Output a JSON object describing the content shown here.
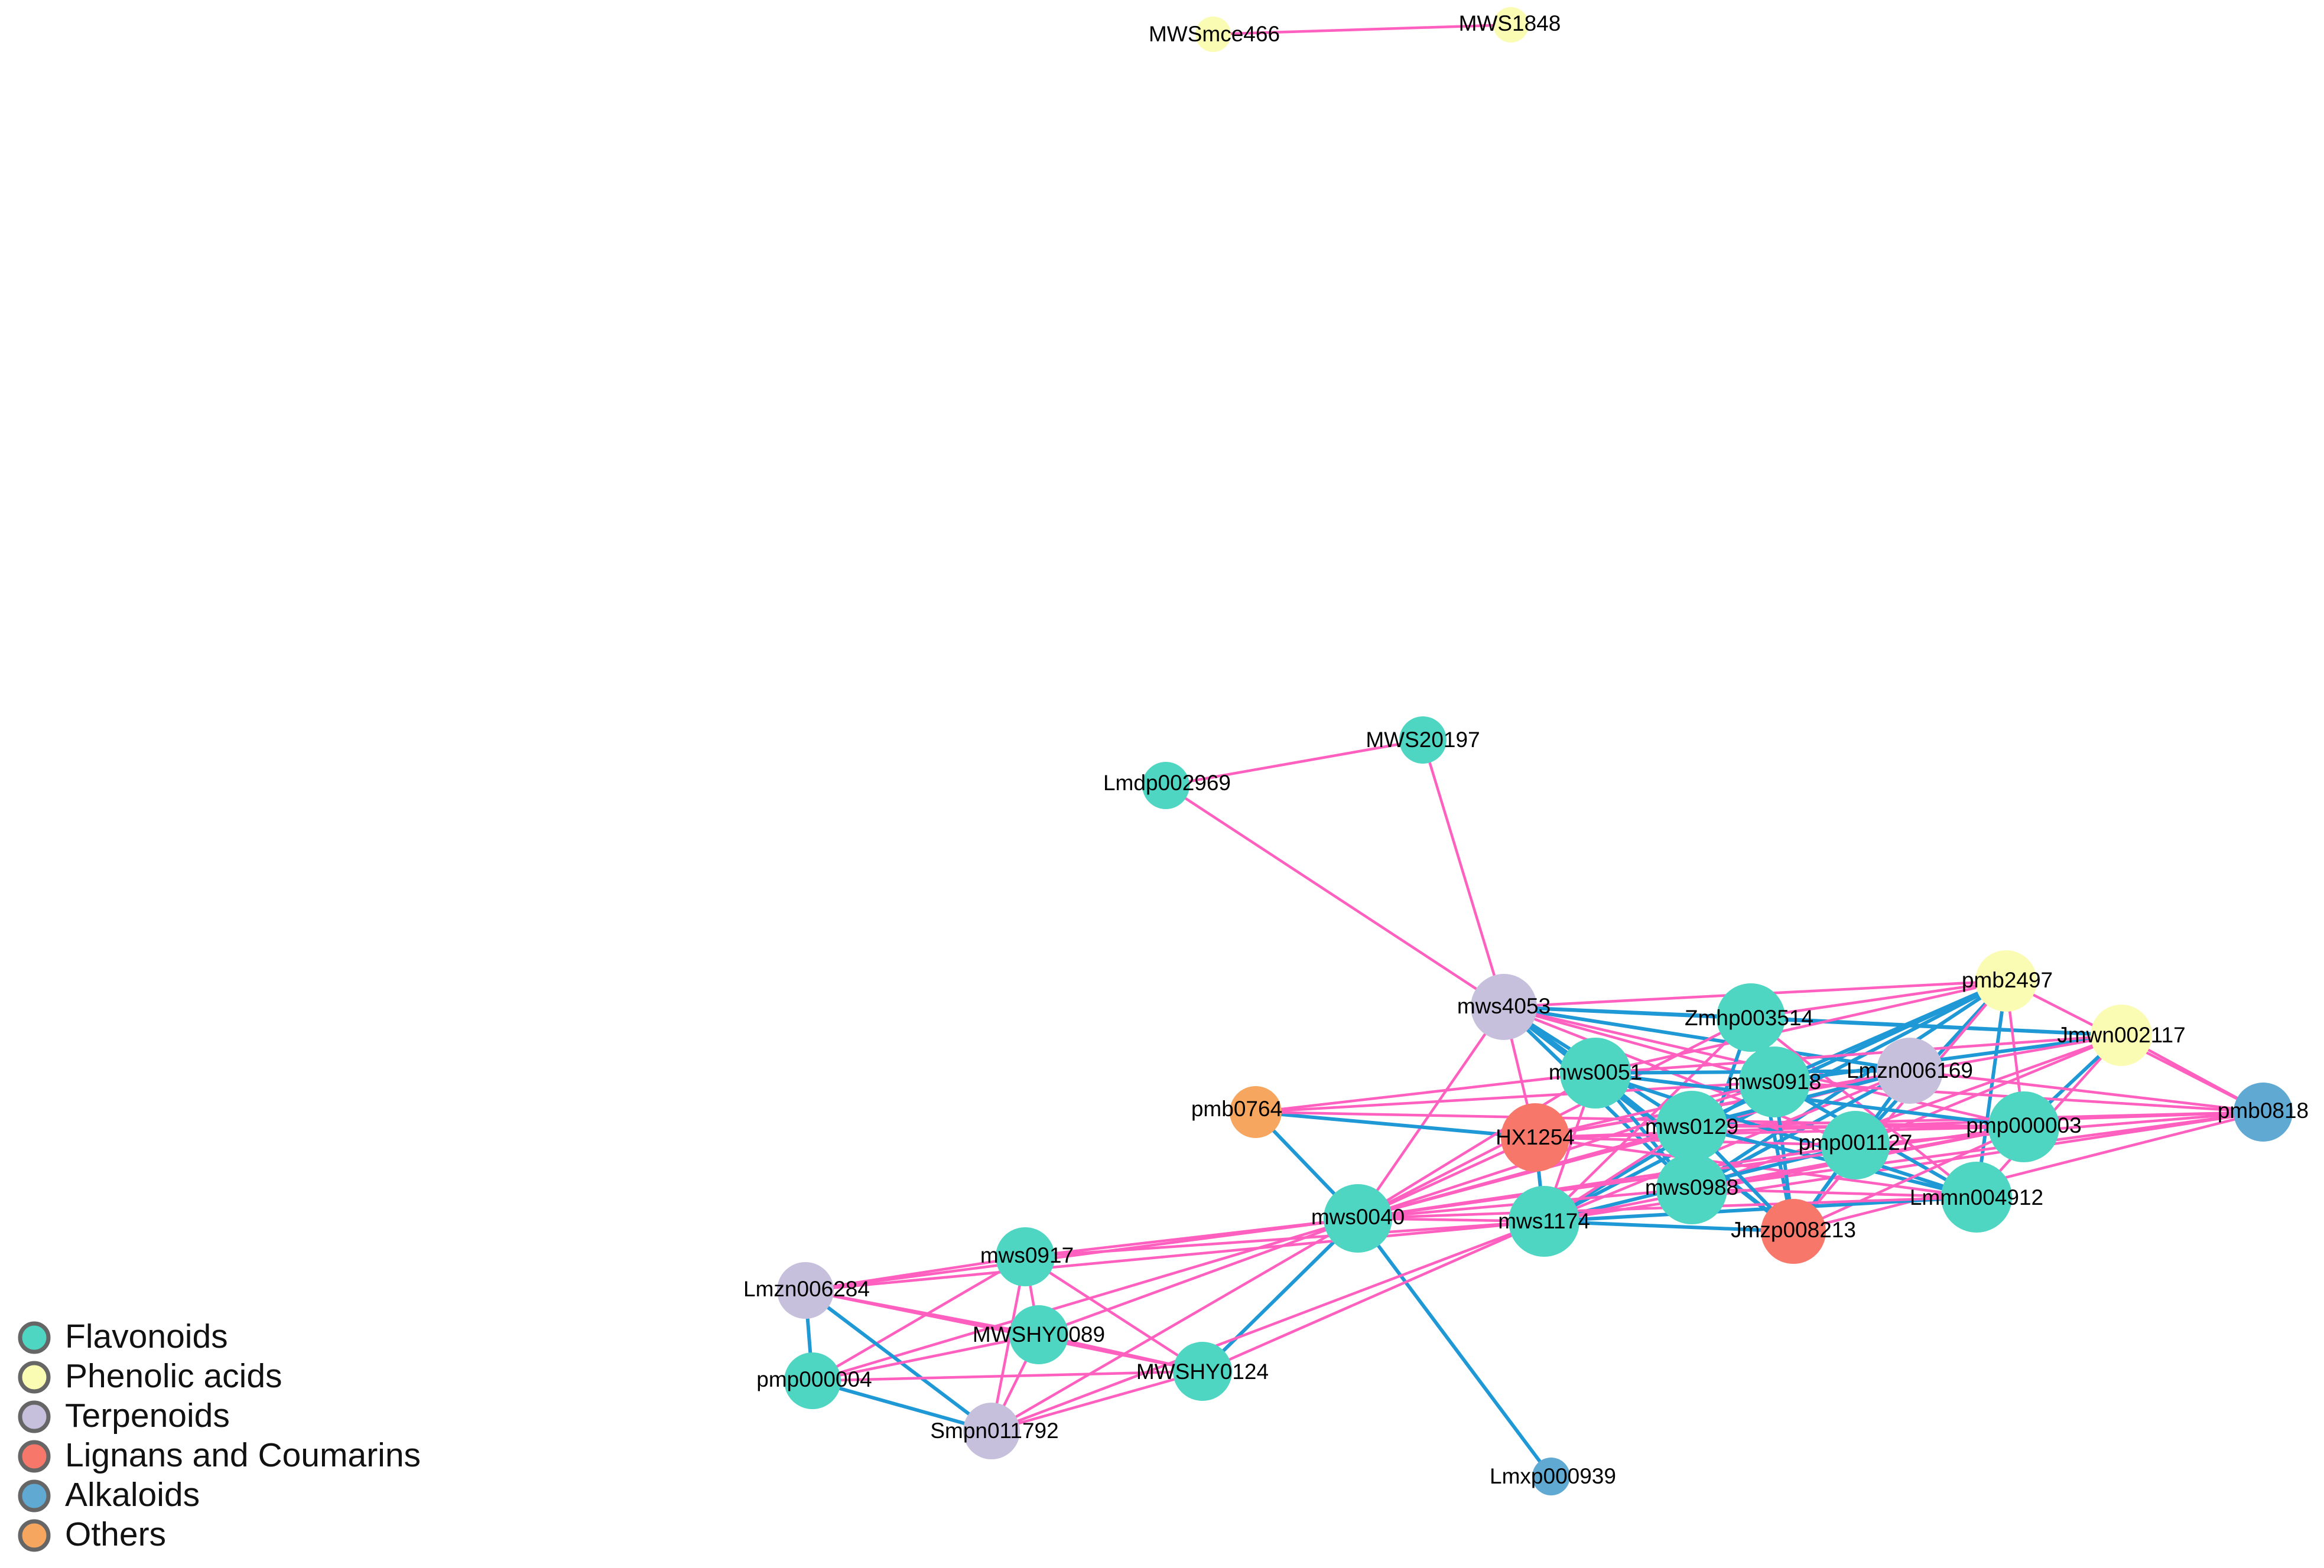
{
  "colors": {
    "Flavonoids": "#4fd6c3",
    "Phenolic acids": "#fbfcb4",
    "Terpenoids": "#c7c0dc",
    "Lignans and Coumarins": "#f7776a",
    "Alkaloids": "#5fa9d3",
    "Others": "#f7a65f",
    "edge_positive": "#ff5fbf",
    "edge_negative": "#1f98d6",
    "legend_stroke": "#666666"
  },
  "legend": [
    {
      "label": "Flavonoids",
      "class": "Flavonoids"
    },
    {
      "label": "Phenolic acids",
      "class": "Phenolic acids"
    },
    {
      "label": "Terpenoids",
      "class": "Terpenoids"
    },
    {
      "label": "Lignans and Coumarins",
      "class": "Lignans and Coumarins"
    },
    {
      "label": "Alkaloids",
      "class": "Alkaloids"
    },
    {
      "label": "Others",
      "class": "Others"
    }
  ],
  "nodes": [
    {
      "id": "MWSmce466",
      "class": "Phenolic acids"
    },
    {
      "id": "MWS1848",
      "class": "Phenolic acids"
    },
    {
      "id": "MWS20197",
      "class": "Flavonoids"
    },
    {
      "id": "Lmdp002969",
      "class": "Flavonoids"
    },
    {
      "id": "mws4053",
      "class": "Terpenoids"
    },
    {
      "id": "Zmhp003514",
      "class": "Flavonoids"
    },
    {
      "id": "pmb2497",
      "class": "Phenolic acids"
    },
    {
      "id": "Jmwn002117",
      "class": "Phenolic acids"
    },
    {
      "id": "mws0051",
      "class": "Flavonoids"
    },
    {
      "id": "mws0918",
      "class": "Flavonoids"
    },
    {
      "id": "Lmzn006169",
      "class": "Terpenoids"
    },
    {
      "id": "pmb0818",
      "class": "Alkaloids"
    },
    {
      "id": "pmb0764",
      "class": "Others"
    },
    {
      "id": "HX1254",
      "class": "Lignans and Coumarins"
    },
    {
      "id": "mws0129",
      "class": "Flavonoids"
    },
    {
      "id": "pmp001127",
      "class": "Flavonoids"
    },
    {
      "id": "pmp000003",
      "class": "Flavonoids"
    },
    {
      "id": "mws0988",
      "class": "Flavonoids"
    },
    {
      "id": "Lmmn004912",
      "class": "Flavonoids"
    },
    {
      "id": "mws0040",
      "class": "Flavonoids"
    },
    {
      "id": "mws1174",
      "class": "Flavonoids"
    },
    {
      "id": "Jmzp008213",
      "class": "Lignans and Coumarins"
    },
    {
      "id": "mws0917",
      "class": "Flavonoids"
    },
    {
      "id": "Lmzn006284",
      "class": "Terpenoids"
    },
    {
      "id": "MWSHY0089",
      "class": "Flavonoids"
    },
    {
      "id": "MWSHY0124",
      "class": "Flavonoids"
    },
    {
      "id": "pmp000004",
      "class": "Flavonoids"
    },
    {
      "id": "Smpn011792",
      "class": "Terpenoids"
    },
    {
      "id": "Lmxp000939",
      "class": "Alkaloids"
    }
  ],
  "edges": [
    [
      "MWSmce466",
      "MWS1848",
      "pos"
    ],
    [
      "Lmdp002969",
      "MWS20197",
      "pos"
    ],
    [
      "Lmdp002969",
      "mws4053",
      "pos"
    ],
    [
      "MWS20197",
      "mws4053",
      "pos"
    ],
    [
      "mws4053",
      "Zmhp003514",
      "neg"
    ],
    [
      "mws4053",
      "mws0051",
      "neg"
    ],
    [
      "mws4053",
      "mws0918",
      "pos"
    ],
    [
      "mws4053",
      "mws0129",
      "neg"
    ],
    [
      "mws4053",
      "HX1254",
      "pos"
    ],
    [
      "mws4053",
      "pmp001127",
      "pos"
    ],
    [
      "mws4053",
      "mws0988",
      "neg"
    ],
    [
      "mws4053",
      "mws0040",
      "pos"
    ],
    [
      "mws4053",
      "pmb2497",
      "pos"
    ],
    [
      "mws4053",
      "Jmwn002117",
      "neg"
    ],
    [
      "mws4053",
      "Lmzn006169",
      "neg"
    ],
    [
      "mws4053",
      "Jmzp008213",
      "neg"
    ],
    [
      "mws4053",
      "pmp000003",
      "pos"
    ],
    [
      "Zmhp003514",
      "Jmwn002117",
      "neg"
    ],
    [
      "Zmhp003514",
      "mws0040",
      "pos"
    ],
    [
      "Zmhp003514",
      "mws1174",
      "pos"
    ],
    [
      "Zmhp003514",
      "Jmzp008213",
      "neg"
    ],
    [
      "Zmhp003514",
      "pmb2497",
      "pos"
    ],
    [
      "Zmhp003514",
      "Lmmn004912",
      "pos"
    ],
    [
      "Zmhp003514",
      "mws0988",
      "neg"
    ],
    [
      "pmb2497",
      "mws0051",
      "pos"
    ],
    [
      "pmb2497",
      "mws0918",
      "neg"
    ],
    [
      "pmb2497",
      "mws0129",
      "neg"
    ],
    [
      "pmb2497",
      "pmp001127",
      "neg"
    ],
    [
      "pmb2497",
      "mws0988",
      "neg"
    ],
    [
      "pmb2497",
      "Lmmn004912",
      "neg"
    ],
    [
      "pmb2497",
      "pmb0818",
      "pos"
    ],
    [
      "pmb2497",
      "pmp000003",
      "pos"
    ],
    [
      "pmb2497",
      "Jmzp008213",
      "pos"
    ],
    [
      "pmb2497",
      "mws1174",
      "neg"
    ],
    [
      "Jmwn002117",
      "pmb0818",
      "pos"
    ],
    [
      "Jmwn002117",
      "mws0918",
      "neg"
    ],
    [
      "Jmwn002117",
      "pmp001127",
      "pos"
    ],
    [
      "Jmwn002117",
      "mws0988",
      "pos"
    ],
    [
      "Jmwn002117",
      "HX1254",
      "pos"
    ],
    [
      "Jmwn002117",
      "mws0051",
      "pos"
    ],
    [
      "Jmwn002117",
      "Lmmn004912",
      "pos"
    ],
    [
      "Jmwn002117",
      "pmp000003",
      "neg"
    ],
    [
      "Lmzn006169",
      "pmb0818",
      "pos"
    ],
    [
      "Lmzn006169",
      "mws0051",
      "neg"
    ],
    [
      "Lmzn006169",
      "mws1174",
      "pos"
    ],
    [
      "Lmzn006169",
      "mws0988",
      "neg"
    ],
    [
      "Lmzn006169",
      "Jmzp008213",
      "neg"
    ],
    [
      "Lmzn006169",
      "HX1254",
      "pos"
    ],
    [
      "Lmzn006169",
      "mws0040",
      "pos"
    ],
    [
      "Lmzn006169",
      "mws0129",
      "neg"
    ],
    [
      "pmb0818",
      "HX1254",
      "pos"
    ],
    [
      "pmb0818",
      "mws0129",
      "pos"
    ],
    [
      "pmb0818",
      "mws0988",
      "pos"
    ],
    [
      "pmb0818",
      "mws1174",
      "pos"
    ],
    [
      "pmb0818",
      "pmp001127",
      "pos"
    ],
    [
      "pmb0818",
      "Jmzp008213",
      "pos"
    ],
    [
      "pmb0818",
      "mws0918",
      "pos"
    ],
    [
      "pmb0764",
      "mws0051",
      "pos"
    ],
    [
      "pmb0764",
      "HX1254",
      "neg"
    ],
    [
      "pmb0764",
      "mws0918",
      "pos"
    ],
    [
      "pmb0764",
      "pmp000003",
      "pos"
    ],
    [
      "pmb0764",
      "mws0040",
      "neg"
    ],
    [
      "mws0051",
      "Jmzp008213",
      "neg"
    ],
    [
      "mws0051",
      "mws0988",
      "neg"
    ],
    [
      "mws0051",
      "Lmmn004912",
      "neg"
    ],
    [
      "mws0051",
      "mws0040",
      "pos"
    ],
    [
      "mws0051",
      "pmp000003",
      "neg"
    ],
    [
      "mws0051",
      "mws1174",
      "pos"
    ],
    [
      "mws0918",
      "mws1174",
      "neg"
    ],
    [
      "mws0918",
      "mws0040",
      "pos"
    ],
    [
      "mws0918",
      "Lmmn004912",
      "neg"
    ],
    [
      "mws0918",
      "HX1254",
      "pos"
    ],
    [
      "mws0918",
      "Jmzp008213",
      "neg"
    ],
    [
      "HX1254",
      "pmp000003",
      "pos"
    ],
    [
      "HX1254",
      "Lmmn004912",
      "pos"
    ],
    [
      "HX1254",
      "mws0040",
      "pos"
    ],
    [
      "HX1254",
      "mws1174",
      "neg"
    ],
    [
      "HX1254",
      "pmp001127",
      "pos"
    ],
    [
      "mws0129",
      "Lmmn004912",
      "neg"
    ],
    [
      "mws0129",
      "pmp000003",
      "pos"
    ],
    [
      "mws0129",
      "mws0040",
      "pos"
    ],
    [
      "mws0129",
      "mws1174",
      "pos"
    ],
    [
      "mws0129",
      "Jmzp008213",
      "neg"
    ],
    [
      "pmp001127",
      "mws1174",
      "neg"
    ],
    [
      "pmp001127",
      "mws0040",
      "pos"
    ],
    [
      "pmp001127",
      "Jmzp008213",
      "neg"
    ],
    [
      "pmp000003",
      "mws0040",
      "pos"
    ],
    [
      "pmp000003",
      "mws1174",
      "pos"
    ],
    [
      "pmp000003",
      "Jmzp008213",
      "pos"
    ],
    [
      "pmp000003",
      "mws0988",
      "pos"
    ],
    [
      "mws0988",
      "mws0040",
      "pos"
    ],
    [
      "mws0988",
      "Lmmn004912",
      "pos"
    ],
    [
      "Lmmn004912",
      "mws1174",
      "neg"
    ],
    [
      "Lmmn004912",
      "mws0040",
      "pos"
    ],
    [
      "mws0040",
      "mws1174",
      "pos"
    ],
    [
      "mws0040",
      "Lmxp000939",
      "neg"
    ],
    [
      "mws0040",
      "mws0917",
      "pos"
    ],
    [
      "mws0040",
      "Lmzn006284",
      "pos"
    ],
    [
      "mws0040",
      "MWSHY0089",
      "pos"
    ],
    [
      "mws0040",
      "MWSHY0124",
      "neg"
    ],
    [
      "mws0040",
      "pmp000004",
      "pos"
    ],
    [
      "mws0040",
      "Smpn011792",
      "pos"
    ],
    [
      "mws1174",
      "Jmzp008213",
      "neg"
    ],
    [
      "mws1174",
      "mws0917",
      "pos"
    ],
    [
      "mws1174",
      "Lmzn006284",
      "pos"
    ],
    [
      "mws1174",
      "MWSHY0124",
      "pos"
    ],
    [
      "mws1174",
      "Smpn011792",
      "pos"
    ],
    [
      "Jmzp008213",
      "mws0129",
      "neg"
    ],
    [
      "mws0917",
      "Lmzn006284",
      "pos"
    ],
    [
      "mws0917",
      "MWSHY0089",
      "pos"
    ],
    [
      "mws0917",
      "MWSHY0124",
      "pos"
    ],
    [
      "mws0917",
      "Smpn011792",
      "pos"
    ],
    [
      "mws0917",
      "pmp000004",
      "pos"
    ],
    [
      "Lmzn006284",
      "pmp000004",
      "neg"
    ],
    [
      "Lmzn006284",
      "MWSHY0089",
      "pos"
    ],
    [
      "Lmzn006284",
      "Smpn011792",
      "neg"
    ],
    [
      "Lmzn006284",
      "MWSHY0124",
      "pos"
    ],
    [
      "MWSHY0089",
      "Smpn011792",
      "pos"
    ],
    [
      "MWSHY0089",
      "pmp000004",
      "pos"
    ],
    [
      "MWSHY0089",
      "MWSHY0124",
      "pos"
    ],
    [
      "MWSHY0124",
      "pmp000004",
      "pos"
    ],
    [
      "MWSHY0124",
      "Smpn011792",
      "pos"
    ],
    [
      "pmp000004",
      "Smpn011792",
      "neg"
    ]
  ]
}
